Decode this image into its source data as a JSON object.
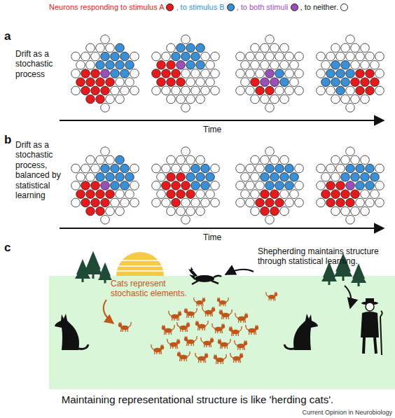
{
  "diagram": {
    "caption": "Maintaining representational structure is like 'herding cats'.",
    "labels": [
      "a",
      "Drift as a stochastic process",
      "Time",
      "b",
      "Drift as a stochastic process, balanced by statistical learning",
      "Time",
      "c",
      "Cats represent stochastic elements.",
      "Shepherding maintains structure through statistical learning.",
      "Current Opinion in Neurobiology"
    ],
    "legend": [
      {
        "text": "Neurons responding to stimulus A",
        "color": "#e41a1c"
      },
      {
        "text": ", to stimulus B",
        "color": "#3b8fd4"
      },
      {
        "text": ", to both stimuli",
        "color": "#9b4fb8"
      },
      {
        "text": ", to neither.",
        "color": "#ffffff"
      }
    ]
  }
}
